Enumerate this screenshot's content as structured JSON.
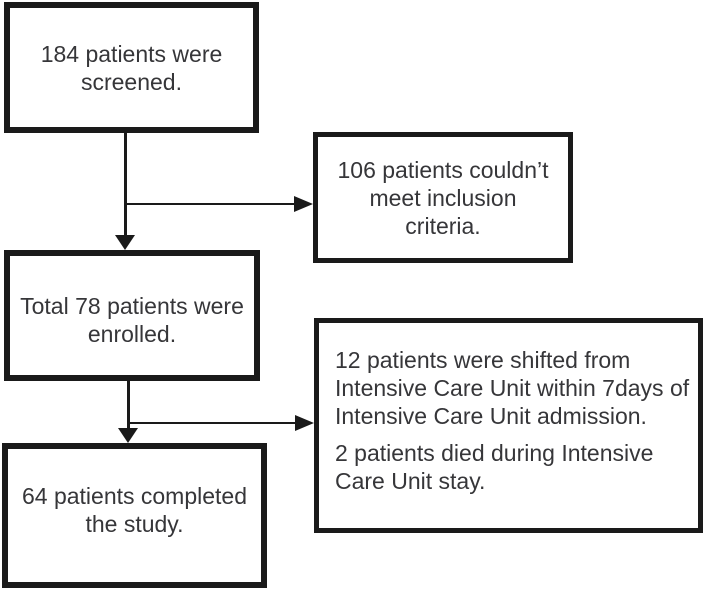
{
  "diagram": {
    "type": "flowchart",
    "colors": {
      "background": "#ffffff",
      "line": "#1a1a1a",
      "text": "#363639"
    },
    "boxes": {
      "screened": {
        "text": "184 patients were\nscreened."
      },
      "excluded": {
        "text": "106 patients couldn’t\nmeet inclusion\ncriteria."
      },
      "enrolled": {
        "text": "Total 78 patients were\nenrolled."
      },
      "icu_outcomes": {
        "paragraphs": [
          "12 patients were shifted from\nIntensive Care Unit within 7days of\nIntensive Care Unit admission.",
          "2 patients died during Intensive\nCare Unit stay."
        ]
      },
      "completed": {
        "text": "64 patients completed\nthe study."
      }
    },
    "edges": [
      {
        "from": "screened",
        "to": "enrolled",
        "direction": "down"
      },
      {
        "from": "screened",
        "to": "excluded",
        "direction": "right"
      },
      {
        "from": "enrolled",
        "to": "completed",
        "direction": "down"
      },
      {
        "from": "enrolled",
        "to": "icu_outcomes",
        "direction": "right"
      }
    ]
  }
}
